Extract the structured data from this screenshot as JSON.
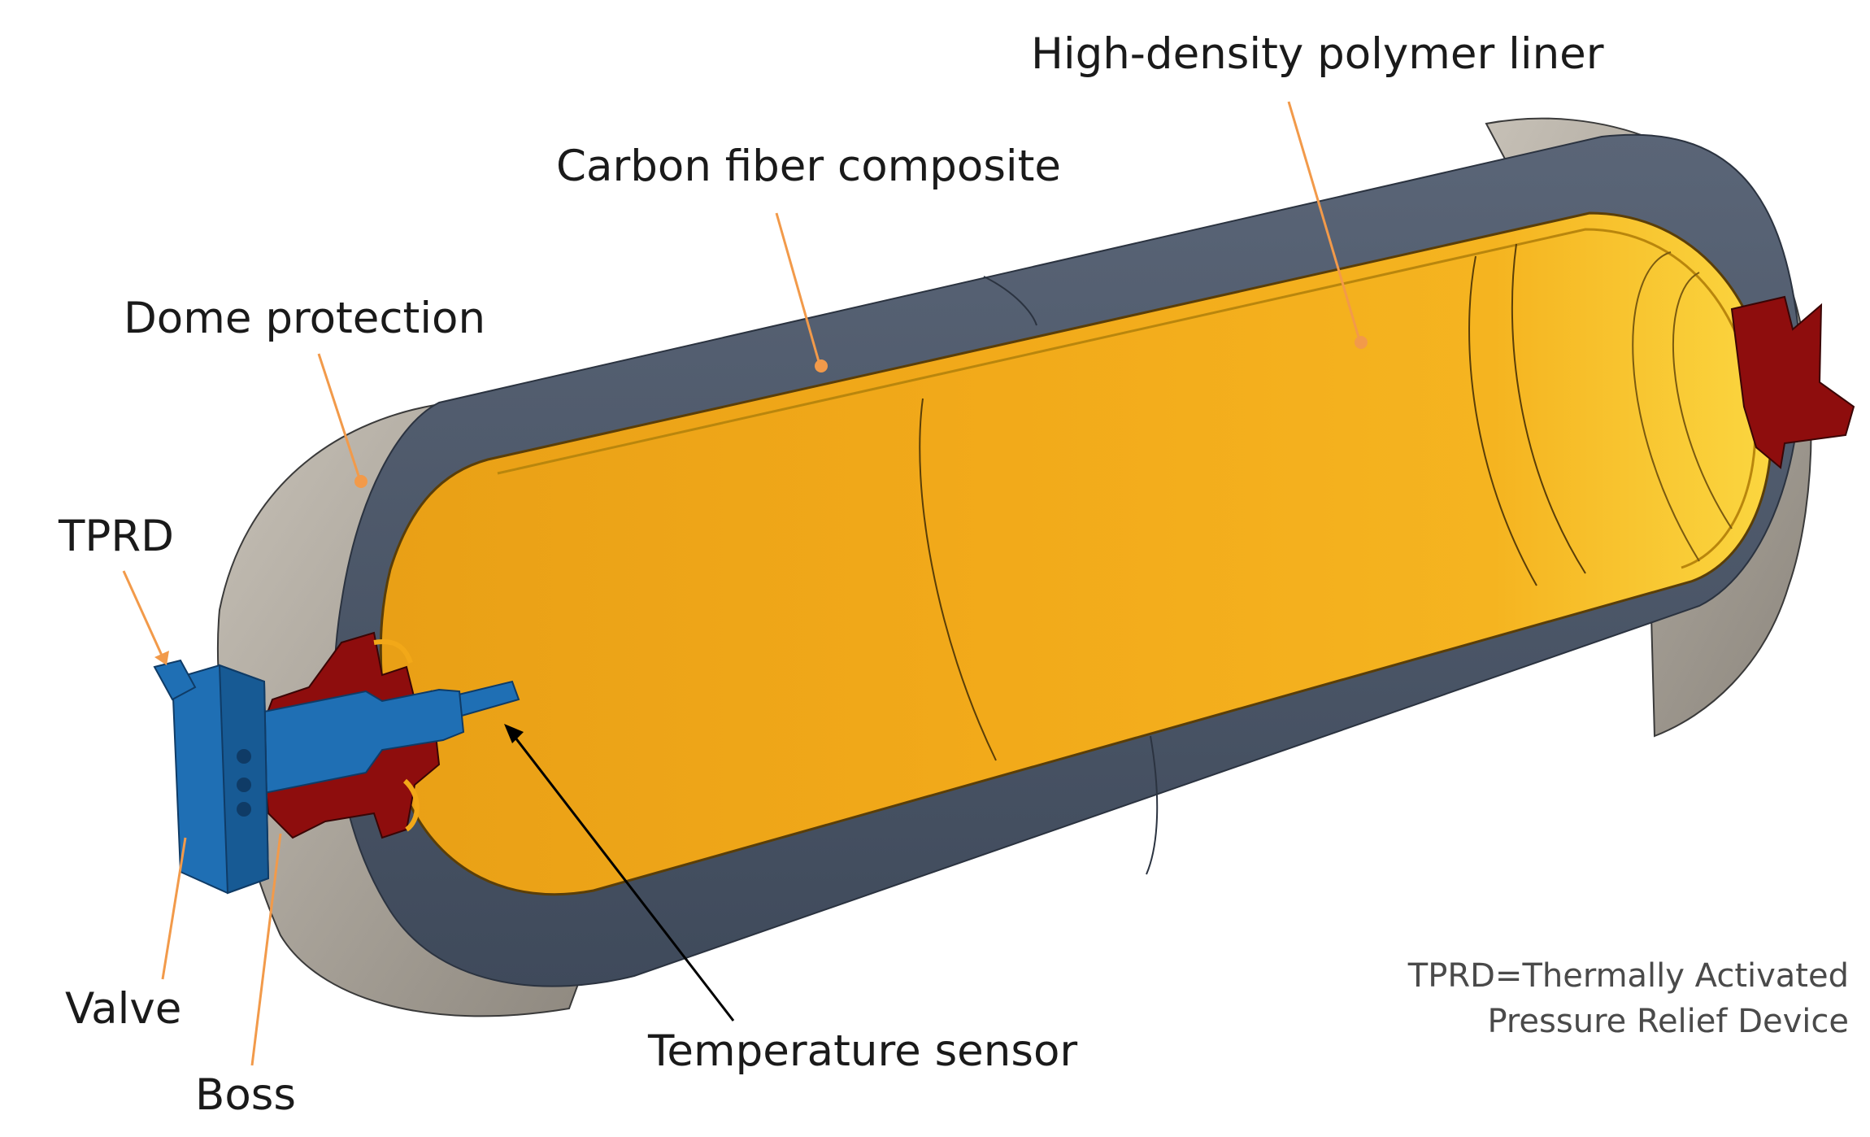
{
  "labels": {
    "liner": "High-density polymer liner",
    "carbon": "Carbon fiber composite",
    "dome": "Dome protection",
    "tprd": "TPRD",
    "valve": "Valve",
    "boss": "Boss",
    "sensor": "Temperature sensor"
  },
  "note": {
    "line1": "TPRD=Thermally Activated",
    "line2": "Pressure Relief Device"
  },
  "colors": {
    "composite": "#4a5566",
    "dome": "#a39d94",
    "liner": "#f2a818",
    "boss": "#8e0d0d",
    "valve": "#1f6fb4",
    "leader": "#f29a4a"
  }
}
